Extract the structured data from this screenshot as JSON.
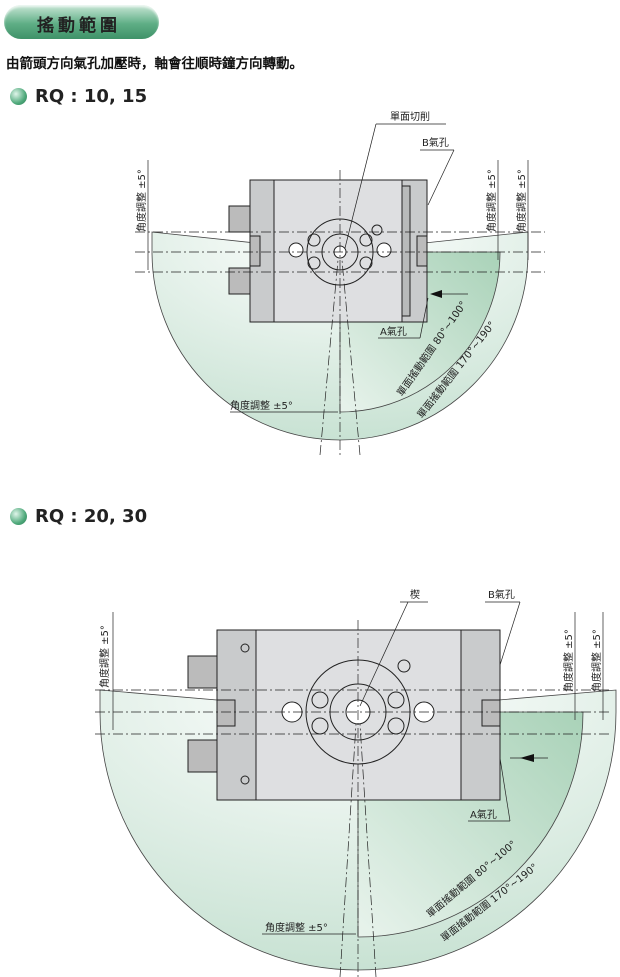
{
  "header": {
    "title": "搖動範圍"
  },
  "description": "由箭頭方向氣孔加壓時，軸會往順時鐘方向轉動。",
  "diagrams": [
    {
      "title": "RQ : 10, 15",
      "labels": {
        "cut": "單面切削",
        "port_b": "B氣孔",
        "port_a": "A氣孔",
        "adjust": "角度調整 ±5°",
        "range_inner": "單面搖動範圍 80°~100°",
        "range_outer": "單面搖動範圍 170°~190°"
      }
    },
    {
      "title": "RQ : 20, 30",
      "labels": {
        "key": "楔",
        "port_b": "B氣孔",
        "port_a": "A氣孔",
        "adjust": "角度調整 ±5°",
        "range_inner": "單面搖動範圍 80°~100°",
        "range_outer": "單面搖動範圍 170°~190°"
      }
    }
  ],
  "colors": {
    "fill": "#cfe6d8",
    "accent": "#4fa97b"
  }
}
